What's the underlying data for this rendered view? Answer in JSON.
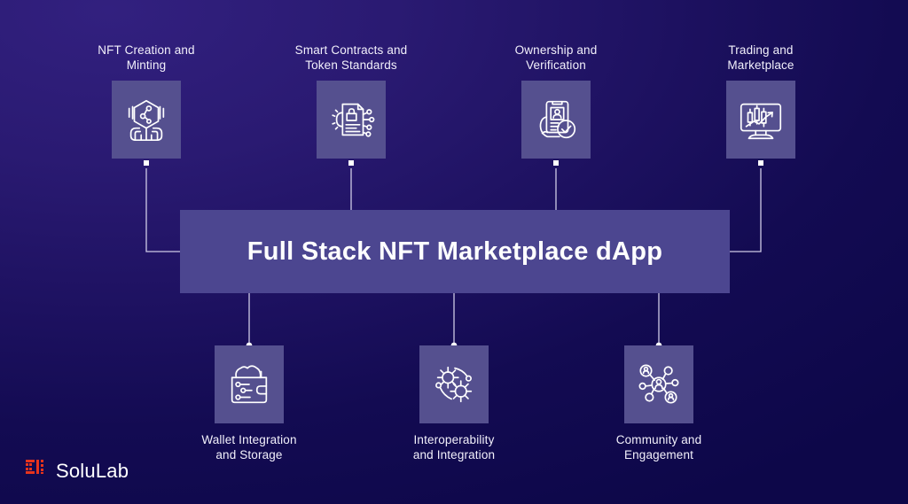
{
  "theme": {
    "background_top_left": "#2e1c7c",
    "background_bottom_right": "#0d0749",
    "tile_color": "#55508f",
    "banner_color": "#4c4690",
    "icon_stroke": "#ffffff",
    "label_color": "#f2f0fb",
    "connector_color": "#cfcbe6",
    "logo_mark_color": "#e8341c"
  },
  "banner": {
    "title": "Full Stack NFT Marketplace dApp"
  },
  "top_nodes": [
    {
      "label": "NFT Creation and\nMinting",
      "icon": "nft-hexagon-circuit-icon"
    },
    {
      "label": "Smart Contracts and\nToken Standards",
      "icon": "contract-lock-gear-icon"
    },
    {
      "label": "Ownership and\nVerification",
      "icon": "hand-phone-verified-icon"
    },
    {
      "label": "Trading and\nMarketplace",
      "icon": "monitor-candlestick-chart-icon"
    }
  ],
  "bottom_nodes": [
    {
      "label": "Wallet Integration\nand Storage",
      "icon": "wallet-cloud-circuit-icon"
    },
    {
      "label": "Interoperability\nand Integration",
      "icon": "gears-network-icon"
    },
    {
      "label": "Community and\nEngagement",
      "icon": "people-network-icon"
    }
  ],
  "logo": {
    "text": "SoluLab",
    "mark": "solulab-pixel-mark-icon"
  }
}
